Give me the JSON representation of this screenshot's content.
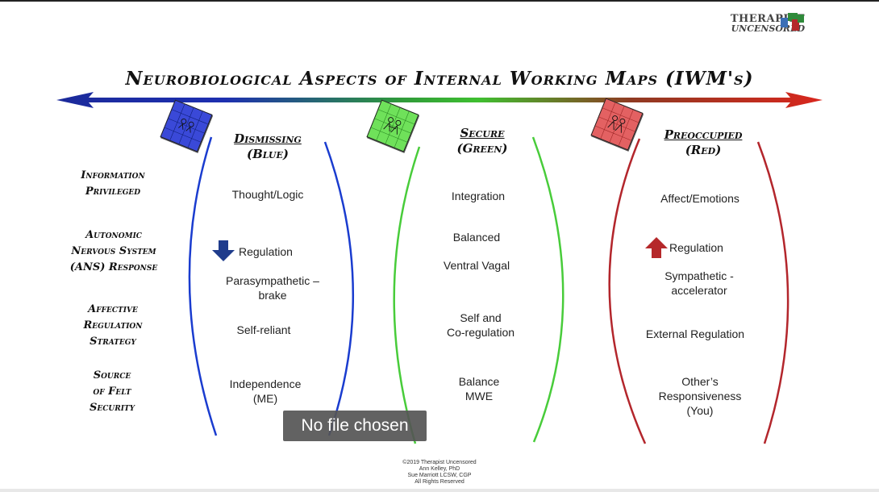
{
  "brand": {
    "line1": "THERAPIST",
    "line2": "UNCENSORED"
  },
  "title": "Neurobiological Aspects of Internal Working Maps (IWM's)",
  "columns": {
    "dismissing": {
      "name": "Dismissing",
      "color_label": "(Blue)"
    },
    "secure": {
      "name": "Secure",
      "color_label": "(Green)"
    },
    "preoccupied": {
      "name": "Preoccupied",
      "color_label": "(Red)"
    }
  },
  "rows": {
    "info": {
      "line1": "Information",
      "line2": "Privileged"
    },
    "ans": {
      "line1": "Autonomic",
      "line2": "Nervous System",
      "line3": "(ANS) Response"
    },
    "affect": {
      "line1": "Affective",
      "line2": "Regulation",
      "line3": "Strategy"
    },
    "source": {
      "line1": "Source",
      "line2": "of Felt",
      "line3": "Security"
    }
  },
  "cells": {
    "dismissing": {
      "info": "Thought/Logic",
      "regulation": "Regulation",
      "ans_line1": "Parasympathetic –",
      "ans_line2": "brake",
      "affect": "Self-reliant",
      "source_line1": "Independence",
      "source_line2": "(ME)"
    },
    "secure": {
      "info": "Integration",
      "balanced": "Balanced",
      "ans": "Ventral Vagal",
      "affect_line1": "Self and",
      "affect_line2": "Co-regulation",
      "source_line1": "Balance",
      "source_line2": "MWE"
    },
    "preoccupied": {
      "info": "Affect/Emotions",
      "regulation": "Regulation",
      "ans_line1": "Sympathetic -",
      "ans_line2": "accelerator",
      "affect": "External Regulation",
      "source_line1": "Other’s",
      "source_line2": "Responsiveness",
      "source_line3": "(You)"
    }
  },
  "overlay": {
    "text": "No file chosen"
  },
  "footer": {
    "line1": "©2019 Therapist Uncensored",
    "line2": "Ann Kelley, PhD",
    "line3": "Sue Marriott LCSW, CGP",
    "line4": "All Rights Reserved"
  },
  "colors": {
    "blue": "#1a2fc0",
    "green": "#3dc72d",
    "red": "#c0272d",
    "down_arrow": "#1f3c8c",
    "up_arrow": "#b5282a"
  }
}
